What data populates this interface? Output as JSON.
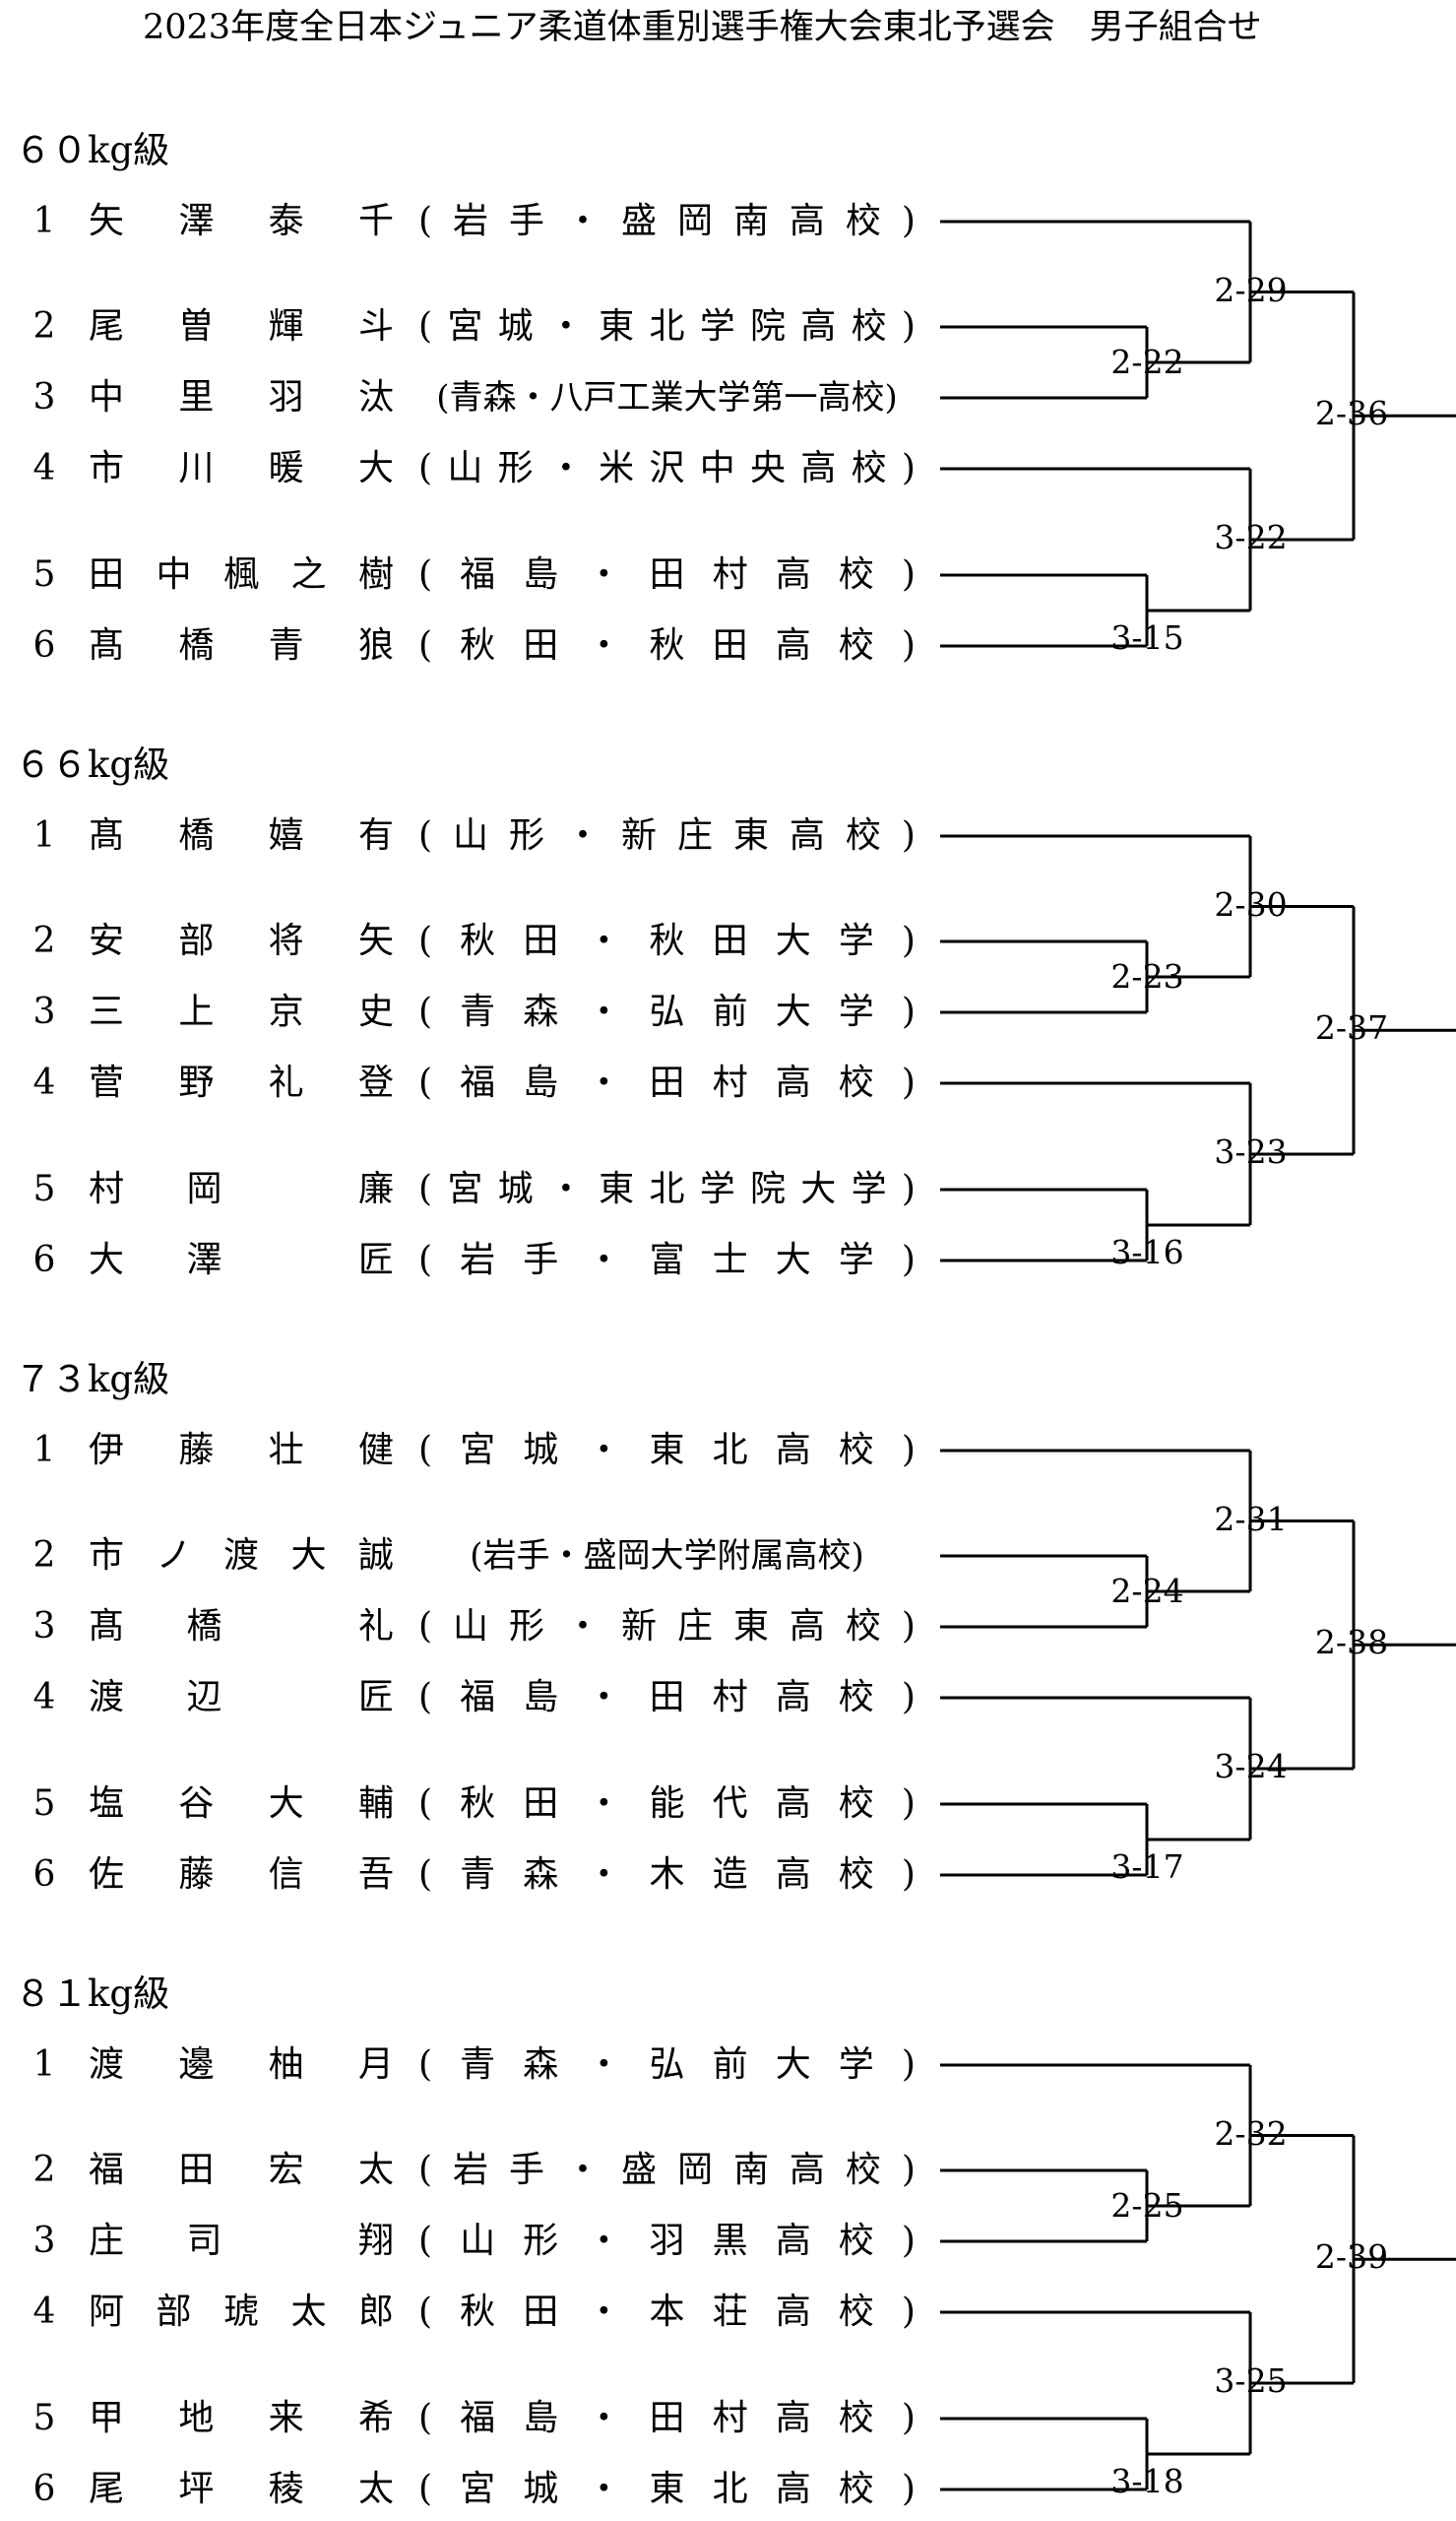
{
  "title": "2023年度全日本ジュニア柔道体重別選手権大会東北予選会　男子組合せ",
  "categories": [
    {
      "label": "６０kg級",
      "entries": [
        {
          "seed": "1",
          "name": "矢澤泰千",
          "affiliation": "(岩手・盛岡南高校)"
        },
        {
          "seed": "2",
          "name": "尾曽輝斗",
          "affiliation": "(宮城・東北学院高校)"
        },
        {
          "seed": "3",
          "name": "中里羽汰",
          "affiliation": "(青森・八戸工業大学第一高校)"
        },
        {
          "seed": "4",
          "name": "市川暖大",
          "affiliation": "(山形・米沢中央高校)"
        },
        {
          "seed": "5",
          "name": "田中楓之樹",
          "affiliation": "(福島・田村高校)"
        },
        {
          "seed": "6",
          "name": "髙橋青狼",
          "affiliation": "(秋田・秋田高校)"
        }
      ],
      "matches": {
        "m23": "2-22",
        "m56": "3-15",
        "m123": "2-29",
        "m456": "3-22",
        "final": "2-36"
      }
    },
    {
      "label": "６６kg級",
      "entries": [
        {
          "seed": "1",
          "name": "髙橋嬉有",
          "affiliation": "(山形・新庄東高校)"
        },
        {
          "seed": "2",
          "name": "安部将矢",
          "affiliation": "(秋田・秋田大学)"
        },
        {
          "seed": "3",
          "name": "三上京史",
          "affiliation": "(青森・弘前大学)"
        },
        {
          "seed": "4",
          "name": "菅野礼登",
          "affiliation": "(福島・田村高校)"
        },
        {
          "seed": "5",
          "name": "村岡 廉",
          "affiliation": "(宮城・東北学院大学)"
        },
        {
          "seed": "6",
          "name": "大澤 匠",
          "affiliation": "(岩手・富士大学)"
        }
      ],
      "matches": {
        "m23": "2-23",
        "m56": "3-16",
        "m123": "2-30",
        "m456": "3-23",
        "final": "2-37"
      }
    },
    {
      "label": "７３kg級",
      "entries": [
        {
          "seed": "1",
          "name": "伊藤壮健",
          "affiliation": "(宮城・東北高校)"
        },
        {
          "seed": "2",
          "name": "市ノ渡大誠",
          "affiliation": "(岩手・盛岡大学附属高校)"
        },
        {
          "seed": "3",
          "name": "髙橋 礼",
          "affiliation": "(山形・新庄東高校)"
        },
        {
          "seed": "4",
          "name": "渡辺 匠",
          "affiliation": "(福島・田村高校)"
        },
        {
          "seed": "5",
          "name": "塩谷大輔",
          "affiliation": "(秋田・能代高校)"
        },
        {
          "seed": "6",
          "name": "佐藤信吾",
          "affiliation": "(青森・木造高校)"
        }
      ],
      "matches": {
        "m23": "2-24",
        "m56": "3-17",
        "m123": "2-31",
        "m456": "3-24",
        "final": "2-38"
      }
    },
    {
      "label": "８１kg級",
      "entries": [
        {
          "seed": "1",
          "name": "渡邊柚月",
          "affiliation": "(青森・弘前大学)"
        },
        {
          "seed": "2",
          "name": "福田宏太",
          "affiliation": "(岩手・盛岡南高校)"
        },
        {
          "seed": "3",
          "name": "庄司 翔",
          "affiliation": "(山形・羽黒高校)"
        },
        {
          "seed": "4",
          "name": "阿部琥太郎",
          "affiliation": "(秋田・本荘高校)"
        },
        {
          "seed": "5",
          "name": "甲地来希",
          "affiliation": "(福島・田村高校)"
        },
        {
          "seed": "6",
          "name": "尾坪稜太",
          "affiliation": "(宮城・東北高校)"
        }
      ],
      "matches": {
        "m23": "2-25",
        "m56": "3-18",
        "m123": "2-32",
        "m456": "3-25",
        "final": "2-39"
      }
    }
  ]
}
